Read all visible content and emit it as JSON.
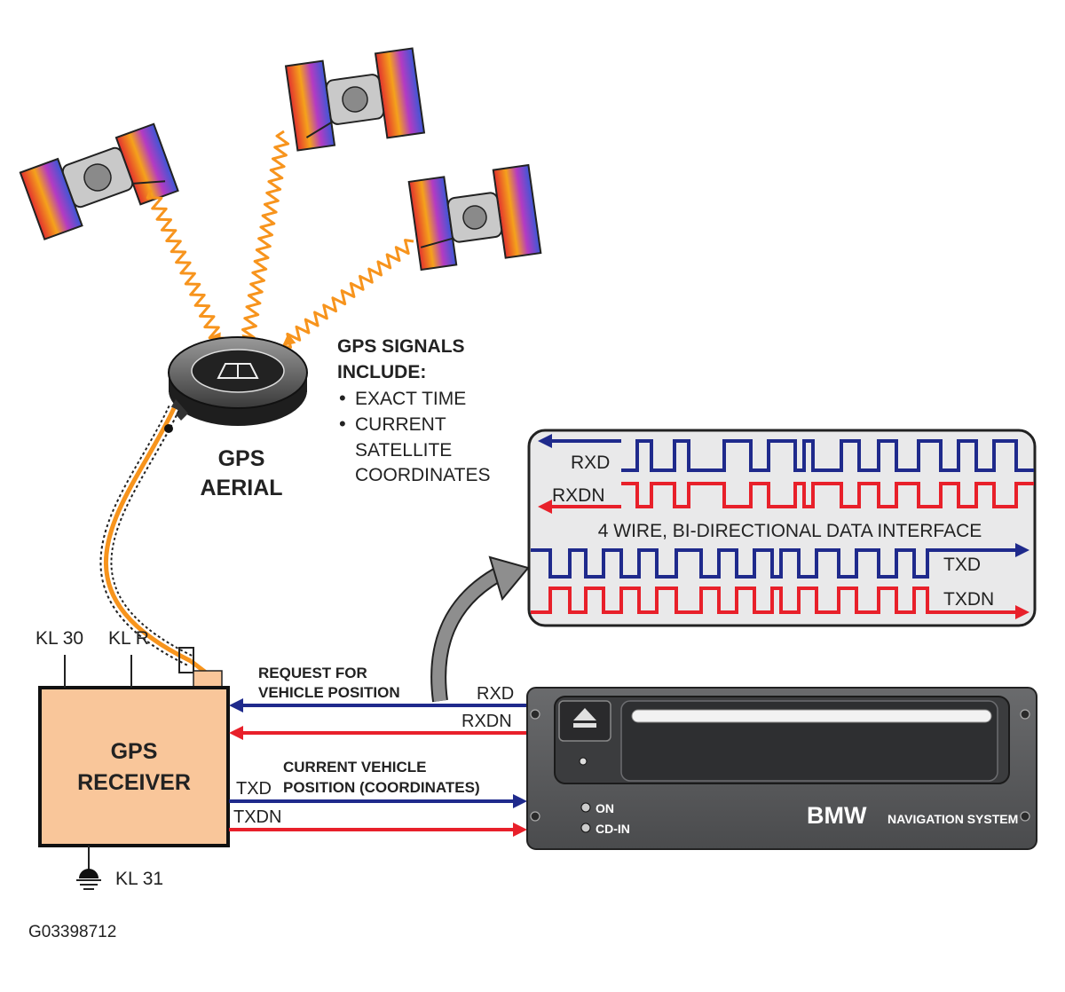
{
  "figure_id": "G03398712",
  "gps_signals": {
    "heading_line1": "GPS SIGNALS",
    "heading_line2": "INCLUDE:",
    "bullet": "•",
    "item1": "EXACT TIME",
    "item2_line1": "CURRENT",
    "item2_line2": "SATELLITE",
    "item2_line3": "COORDINATES"
  },
  "aerial": {
    "line1": "GPS",
    "line2": "AERIAL"
  },
  "receiver": {
    "line1": "GPS",
    "line2": "RECEIVER"
  },
  "terminals": {
    "kl30": "KL 30",
    "klr": "KL R",
    "kl31": "KL 31"
  },
  "request": {
    "line1": "REQUEST FOR",
    "line2": "VEHICLE POSITION"
  },
  "current": {
    "line1": "CURRENT VEHICLE",
    "line2": "POSITION (COORDINATES)"
  },
  "signals": {
    "rxd": "RXD",
    "rxdn": "RXDN",
    "txd": "TXD",
    "txdn": "TXDN"
  },
  "interface": {
    "caption": "4 WIRE, BI-DIRECTIONAL DATA INTERFACE",
    "rxd": "RXD",
    "rxdn": "RXDN",
    "txd": "TXD",
    "txdn": "TXDN"
  },
  "nav_unit": {
    "brand": "BMW",
    "name": "NAVIGATION SYSTEM",
    "on": "ON",
    "cdin": "CD-IN"
  },
  "colors": {
    "orange": "#F7941D",
    "blue": "#1F2A8C",
    "red": "#E8202A",
    "receiver_fill": "#F9C69A",
    "unit_gray": "#5E5F61"
  },
  "icons": [
    "satellite-icon",
    "eject-icon",
    "ground-icon",
    "gps-aerial-icon"
  ]
}
